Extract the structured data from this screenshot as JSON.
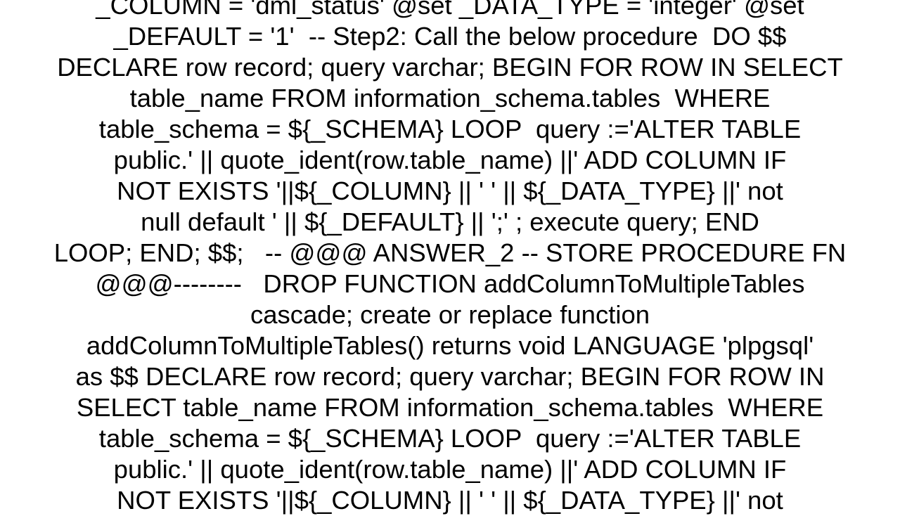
{
  "document": {
    "lines": [
      "_COLUMN = 'dml_status' @set _DATA_TYPE = 'integer' @set",
      "_DEFAULT = '1'  -- Step2: Call the below procedure  DO $$",
      "DECLARE row record; query varchar; BEGIN FOR ROW IN SELECT",
      "table_name FROM information_schema.tables  WHERE",
      "table_schema = ${_SCHEMA} LOOP  query :='ALTER TABLE",
      "public.' || quote_ident(row.table_name) ||' ADD COLUMN IF",
      "NOT EXISTS '||${_COLUMN} || ' ' || ${_DATA_TYPE} ||' not",
      "null default ' || ${_DEFAULT} || ';' ; execute query; END",
      "LOOP; END; $$;   -- @@@ ANSWER_2 -- STORE PROCEDURE FN",
      "@@@--------   DROP FUNCTION addColumnToMultipleTables",
      "cascade; create or replace function",
      "addColumnToMultipleTables() returns void LANGUAGE 'plpgsql'",
      "as $$ DECLARE row record; query varchar; BEGIN FOR ROW IN",
      "SELECT table_name FROM information_schema.tables  WHERE",
      "table_schema = ${_SCHEMA} LOOP  query :='ALTER TABLE",
      "public.' || quote_ident(row.table_name) ||' ADD COLUMN IF",
      "NOT EXISTS '||${_COLUMN} || ' ' || ${_DATA_TYPE} ||' not"
    ]
  }
}
